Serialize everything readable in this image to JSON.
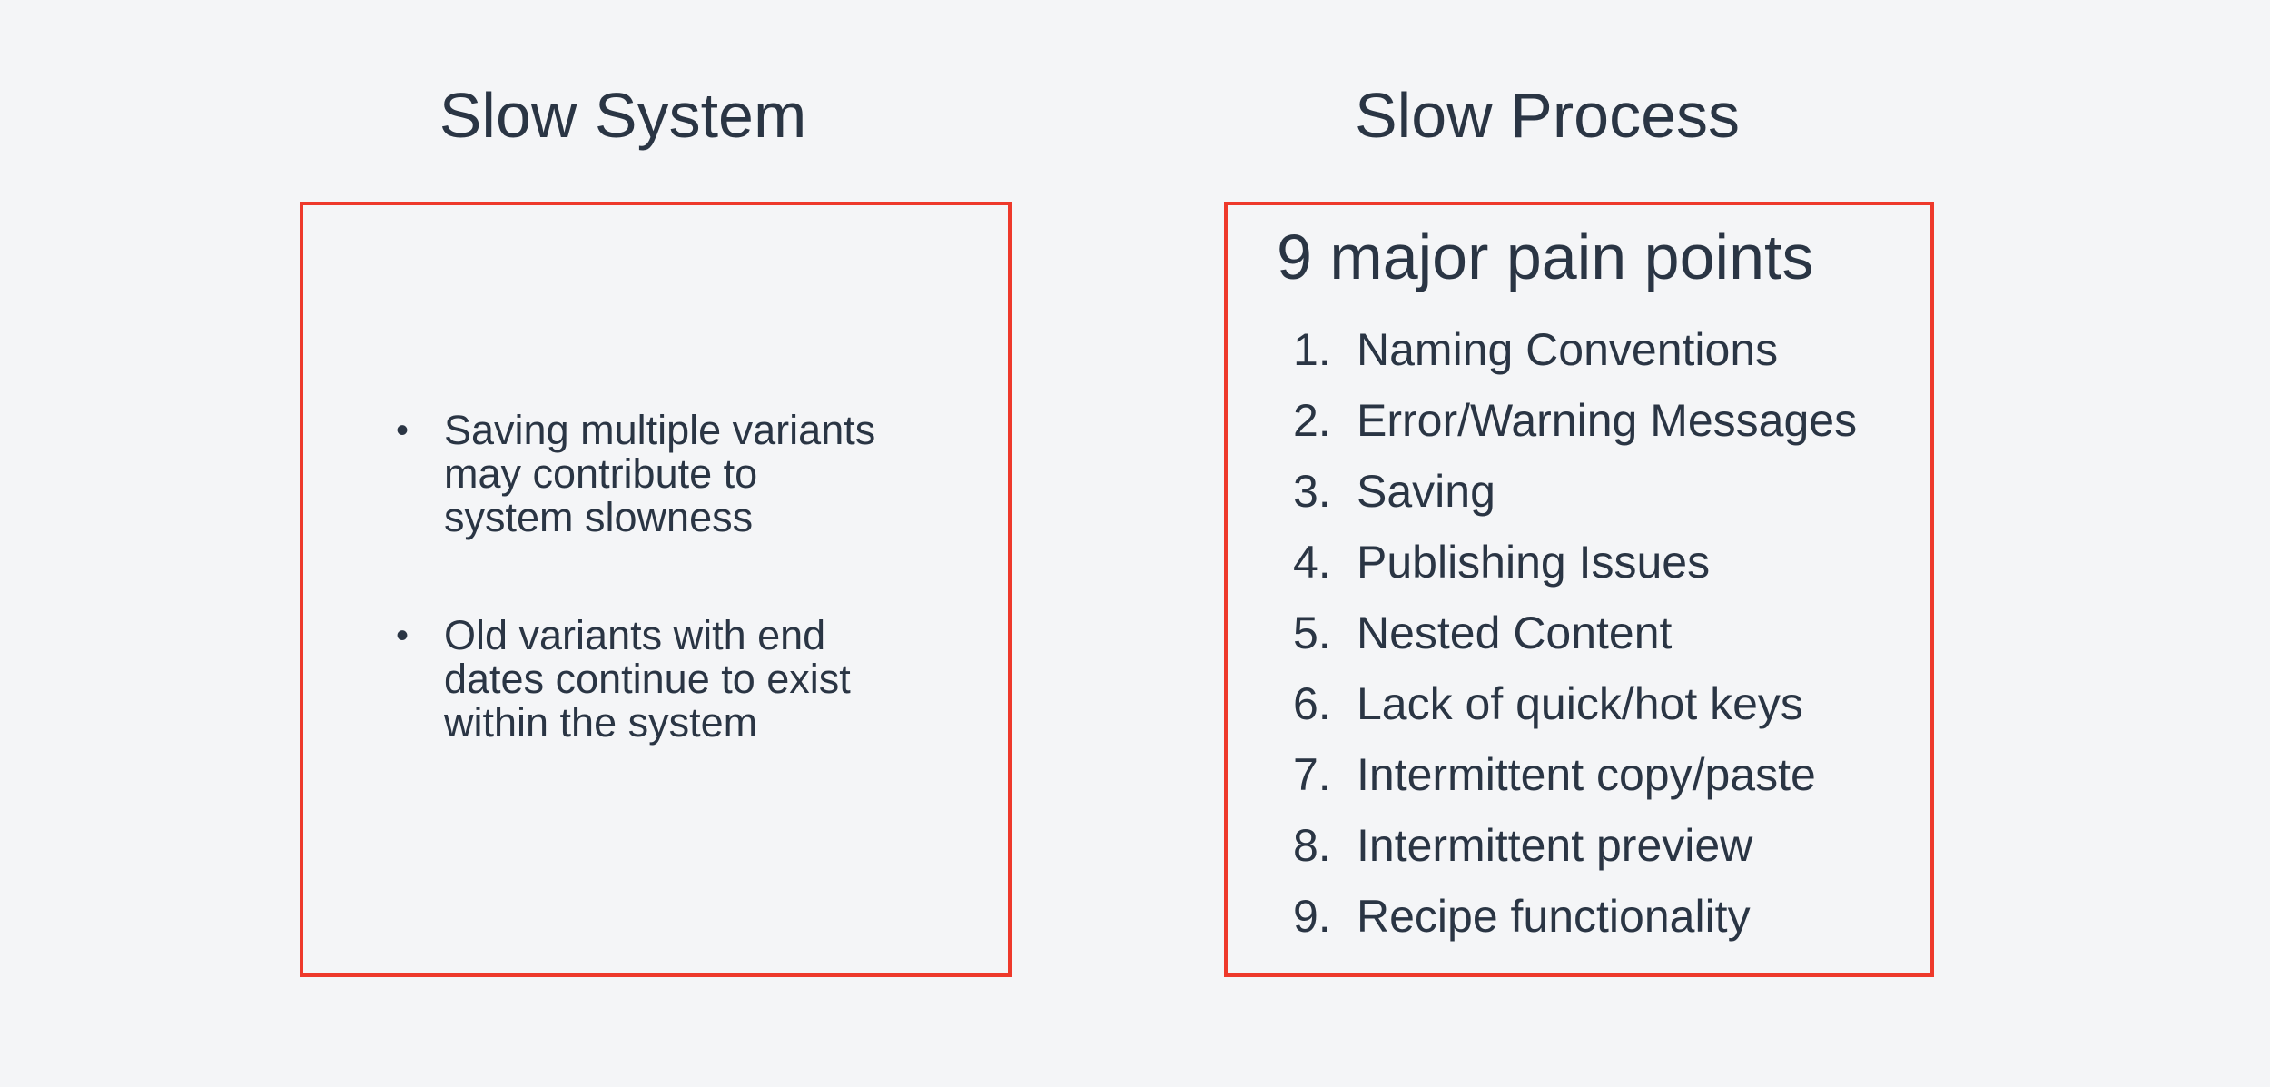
{
  "theme": {
    "background": "#f4f5f7",
    "text_color": "#2a3544",
    "frame_color": "#ee392b"
  },
  "bullet_char": "•",
  "left_panel": {
    "title": "Slow System",
    "bullets": [
      "Saving multiple variants\nmay contribute to\nsystem slowness",
      "Old variants with end\ndates continue to exist\nwithin the system"
    ]
  },
  "right_panel": {
    "title": "Slow Process",
    "heading": "9 major pain points",
    "items": [
      {
        "number": "1.",
        "label": "Naming Conventions"
      },
      {
        "number": "2.",
        "label": "Error/Warning Messages"
      },
      {
        "number": "3.",
        "label": "Saving"
      },
      {
        "number": "4.",
        "label": "Publishing Issues"
      },
      {
        "number": "5.",
        "label": "Nested Content"
      },
      {
        "number": "6.",
        "label": "Lack of quick/hot keys"
      },
      {
        "number": "7.",
        "label": "Intermittent copy/paste"
      },
      {
        "number": "8.",
        "label": "Intermittent preview"
      },
      {
        "number": "9.",
        "label": "Recipe functionality"
      }
    ]
  }
}
